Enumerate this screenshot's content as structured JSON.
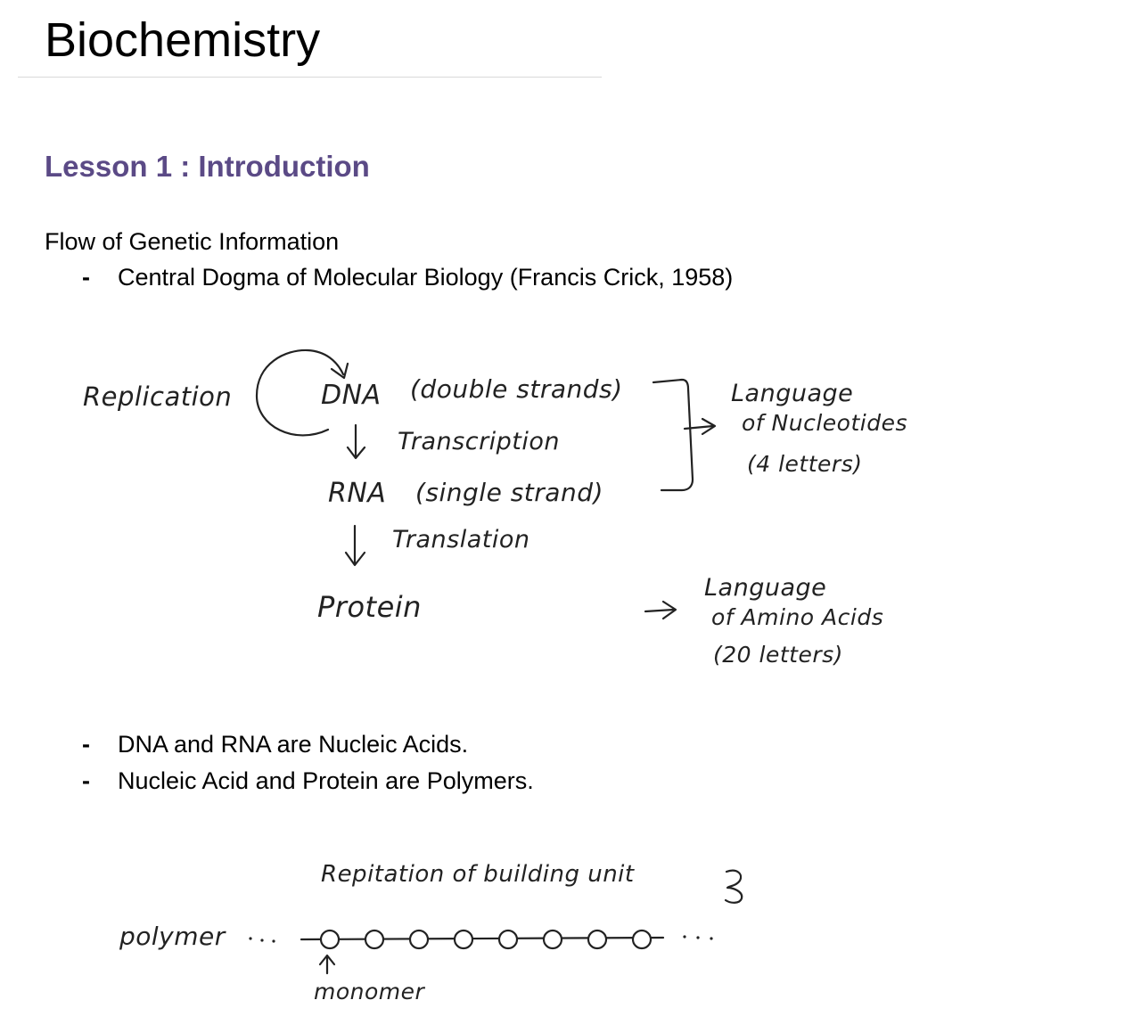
{
  "page": {
    "title": "Biochemistry",
    "lesson_heading": "Lesson 1 : Introduction",
    "lesson_color": "#5b4a86"
  },
  "section1": {
    "heading": "Flow of Genetic Information",
    "bullets": [
      "Central Dogma of Molecular Biology (Francis Crick, 1958)"
    ]
  },
  "diagram": {
    "replication": "Replication",
    "dna": "DNA",
    "dna_note": "(double strands)",
    "transcription": "Transcription",
    "rna": "RNA",
    "rna_note": "(single strand)",
    "translation": "Translation",
    "protein": "Protein",
    "nucleotide_lang": [
      "Language",
      "of Nucleotides",
      "(4 letters)"
    ],
    "amino_lang": [
      "Language",
      "of Amino Acids",
      "(20 letters)"
    ]
  },
  "section2": {
    "bullets": [
      "DNA and RNA are Nucleic Acids.",
      "Nucleic Acid and Protein are Polymers."
    ]
  },
  "polymer_diagram": {
    "repetition": "Repitation of building unit",
    "polymer": "polymer",
    "monomer": "monomer",
    "monomer_count": 8
  }
}
